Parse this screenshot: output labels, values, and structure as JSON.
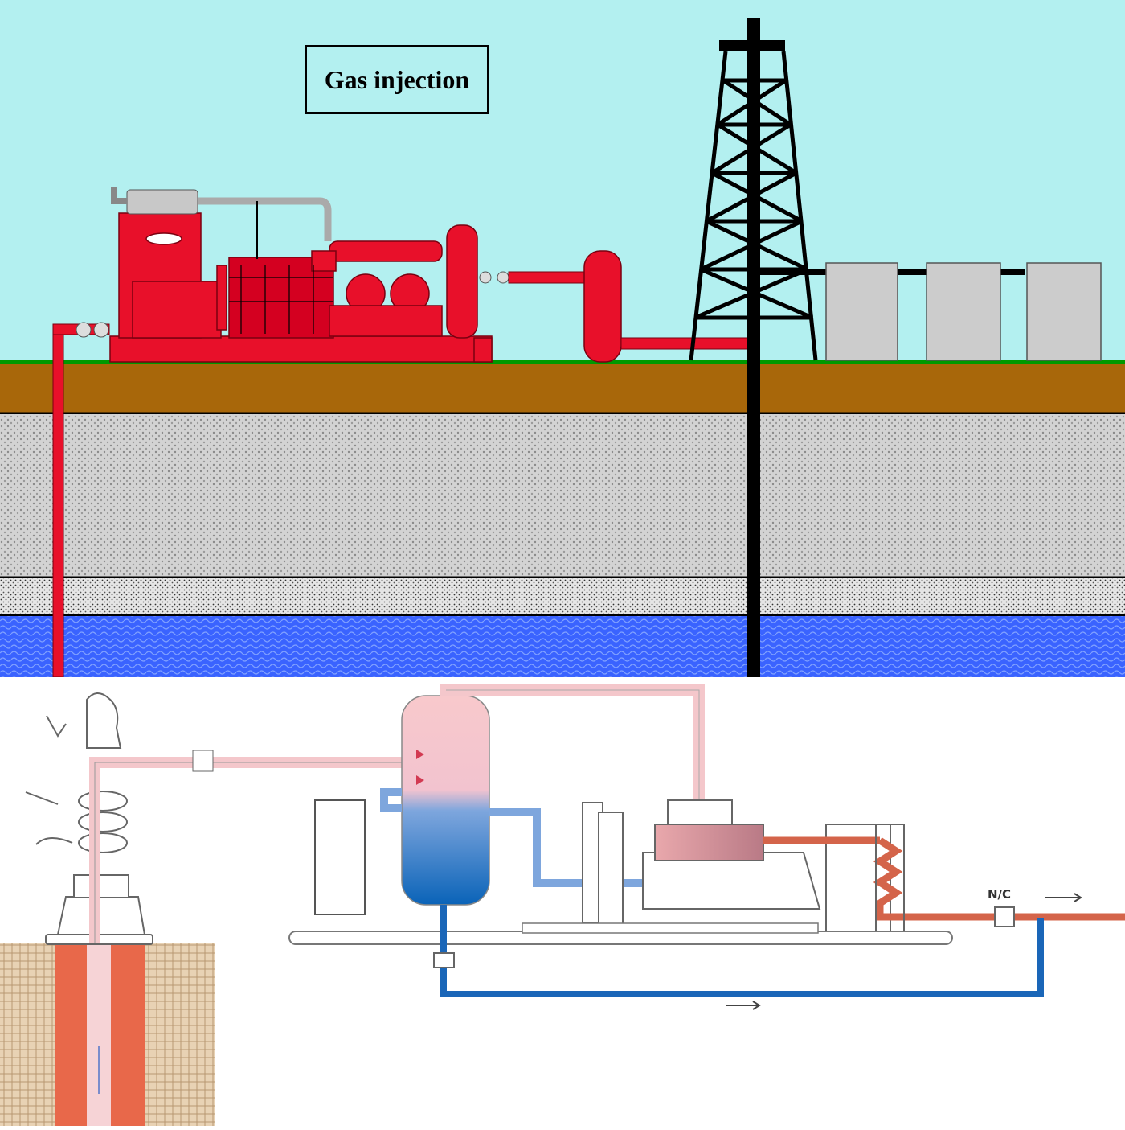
{
  "diagram": {
    "title": "Gas injection",
    "valve_label": "N/C",
    "colors": {
      "sky": "#b3f0f0",
      "grass": "#009900",
      "topsoil": "#a8670a",
      "rock": "#c8c8c8",
      "sand": "#dcdcdc",
      "water": "#3a63ff",
      "equipment": "#e8102a",
      "tank": "#cccccc",
      "derrick": "#000000",
      "hot_gas": "#f6c8cc",
      "cold_fluid": "#1a66b8",
      "warm_line": "#d4644a"
    },
    "components": {
      "top_panel": [
        "compressor-skid",
        "scrubber-vessel",
        "injection-pipe",
        "derrick",
        "storage-tanks",
        "soil-layers",
        "aquifer"
      ],
      "bottom_panel": [
        "wellhead",
        "separator-vessel",
        "compressor",
        "cooler",
        "outlet-line",
        "return-line"
      ]
    }
  }
}
